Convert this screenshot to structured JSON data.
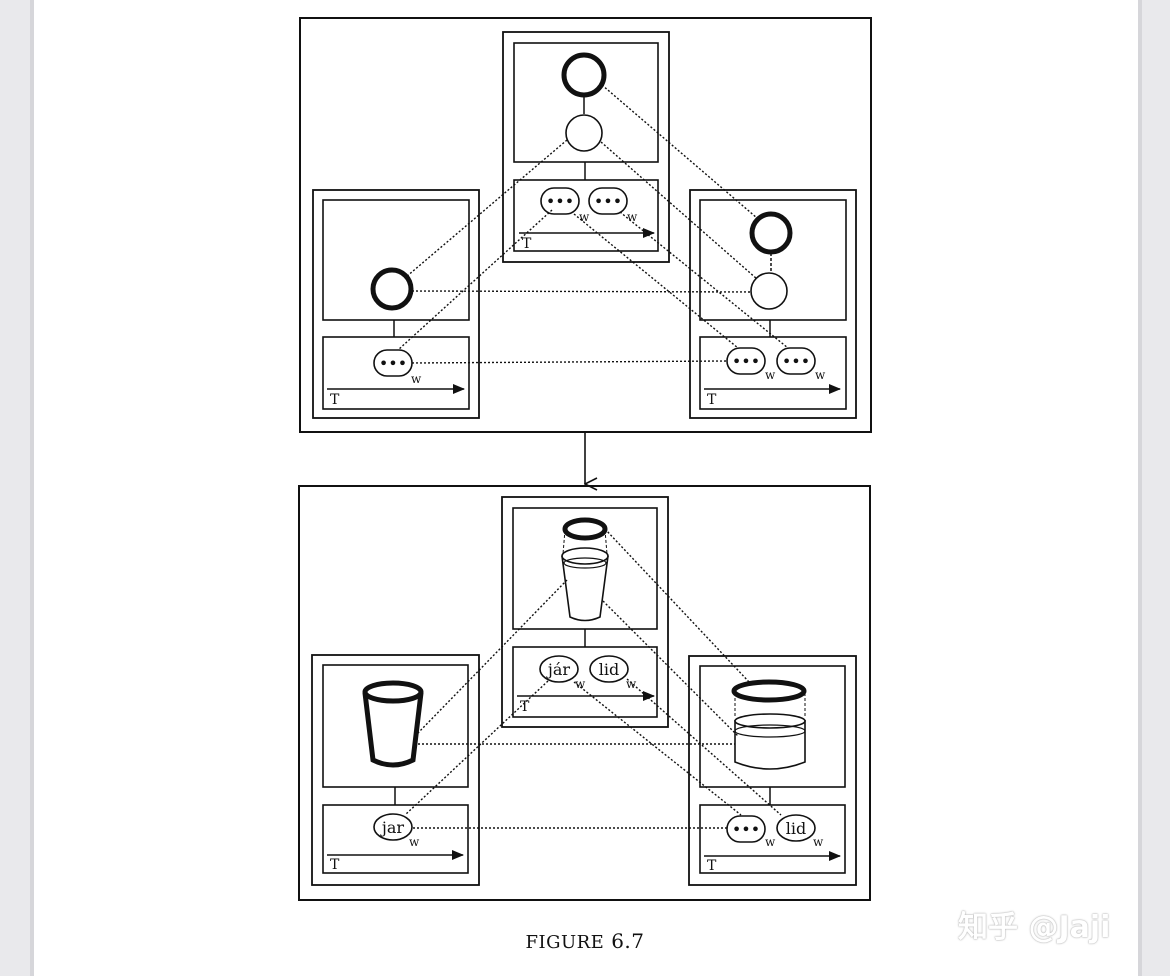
{
  "figure": {
    "caption_prefix": "FIGURE",
    "caption_number": "6.7",
    "time_label": "T",
    "word_subscript": "w",
    "placeholder_word": "•••",
    "words": {
      "jar": "jar",
      "jár": "jár",
      "lid": "lid"
    }
  },
  "watermark": {
    "text": "知乎 @Jaji"
  }
}
